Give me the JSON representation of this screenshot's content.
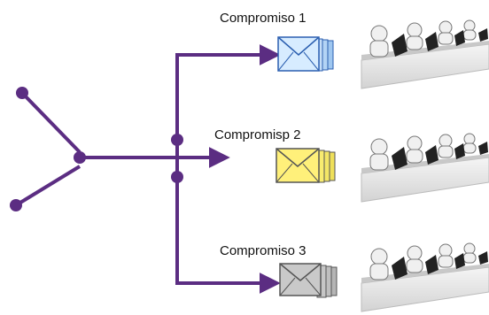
{
  "labels": {
    "commitment_1": "Compromiso 1",
    "commitment_2": "Compromisp 2",
    "commitment_3": "Compromiso 3"
  },
  "colors": {
    "line": "#5b2d82",
    "envelope_1": "#d7ecff",
    "envelope_2": "#fff07a",
    "envelope_3": "#c9c9c9",
    "desk": "#e8e8e8"
  },
  "icons": {
    "envelope": "envelope-stack-icon",
    "team": "call-center-team-icon"
  }
}
